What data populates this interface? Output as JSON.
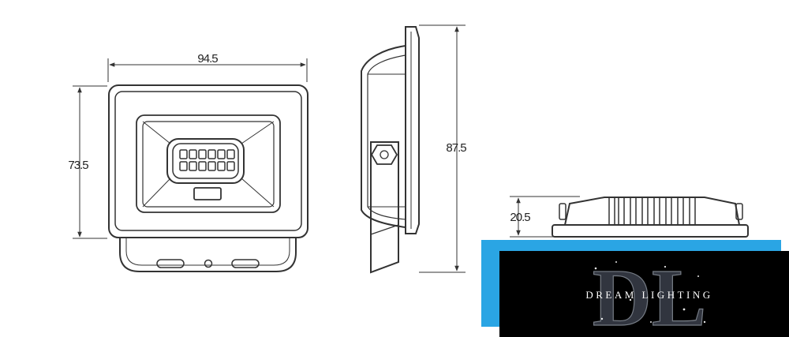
{
  "dimensions": {
    "front_width": "94.5",
    "front_height": "73.5",
    "side_height": "87.5",
    "bottom_depth": "20.5"
  },
  "brand": {
    "name": "DREAM LIGHTING",
    "monogram": "DL",
    "colors": {
      "accent": "#2aa5e4",
      "background": "#000000",
      "text": "#ffffff"
    }
  }
}
